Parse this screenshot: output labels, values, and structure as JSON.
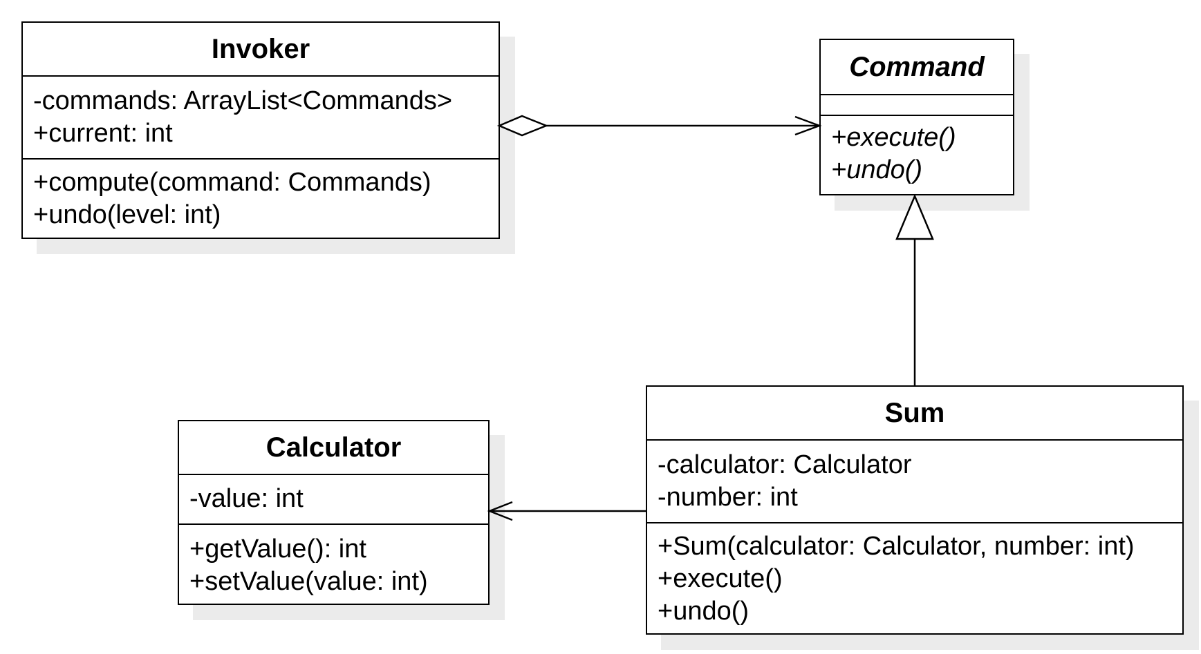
{
  "classes": {
    "invoker": {
      "name": "Invoker",
      "attributes": [
        "-commands: ArrayList<Commands>",
        "+current: int"
      ],
      "operations": [
        "+compute(command: Commands)",
        "+undo(level: int)"
      ]
    },
    "command": {
      "name": "Command",
      "attributes": [],
      "operations": [
        "+execute()",
        "+undo()"
      ]
    },
    "calculator": {
      "name": "Calculator",
      "attributes": [
        "-value: int"
      ],
      "operations": [
        "+getValue(): int",
        "+setValue(value: int)"
      ]
    },
    "sum": {
      "name": "Sum",
      "attributes": [
        "-calculator: Calculator",
        "-number: int"
      ],
      "operations": [
        "+Sum(calculator: Calculator, number: int)",
        "+execute()",
        "+undo()"
      ]
    }
  },
  "relationships": [
    {
      "from": "Invoker",
      "to": "Command",
      "kind": "aggregation"
    },
    {
      "from": "Sum",
      "to": "Command",
      "kind": "generalization"
    },
    {
      "from": "Sum",
      "to": "Calculator",
      "kind": "association"
    }
  ],
  "colors": {
    "stroke": "#000000",
    "shadow": "#ebebeb",
    "background": "#ffffff"
  }
}
